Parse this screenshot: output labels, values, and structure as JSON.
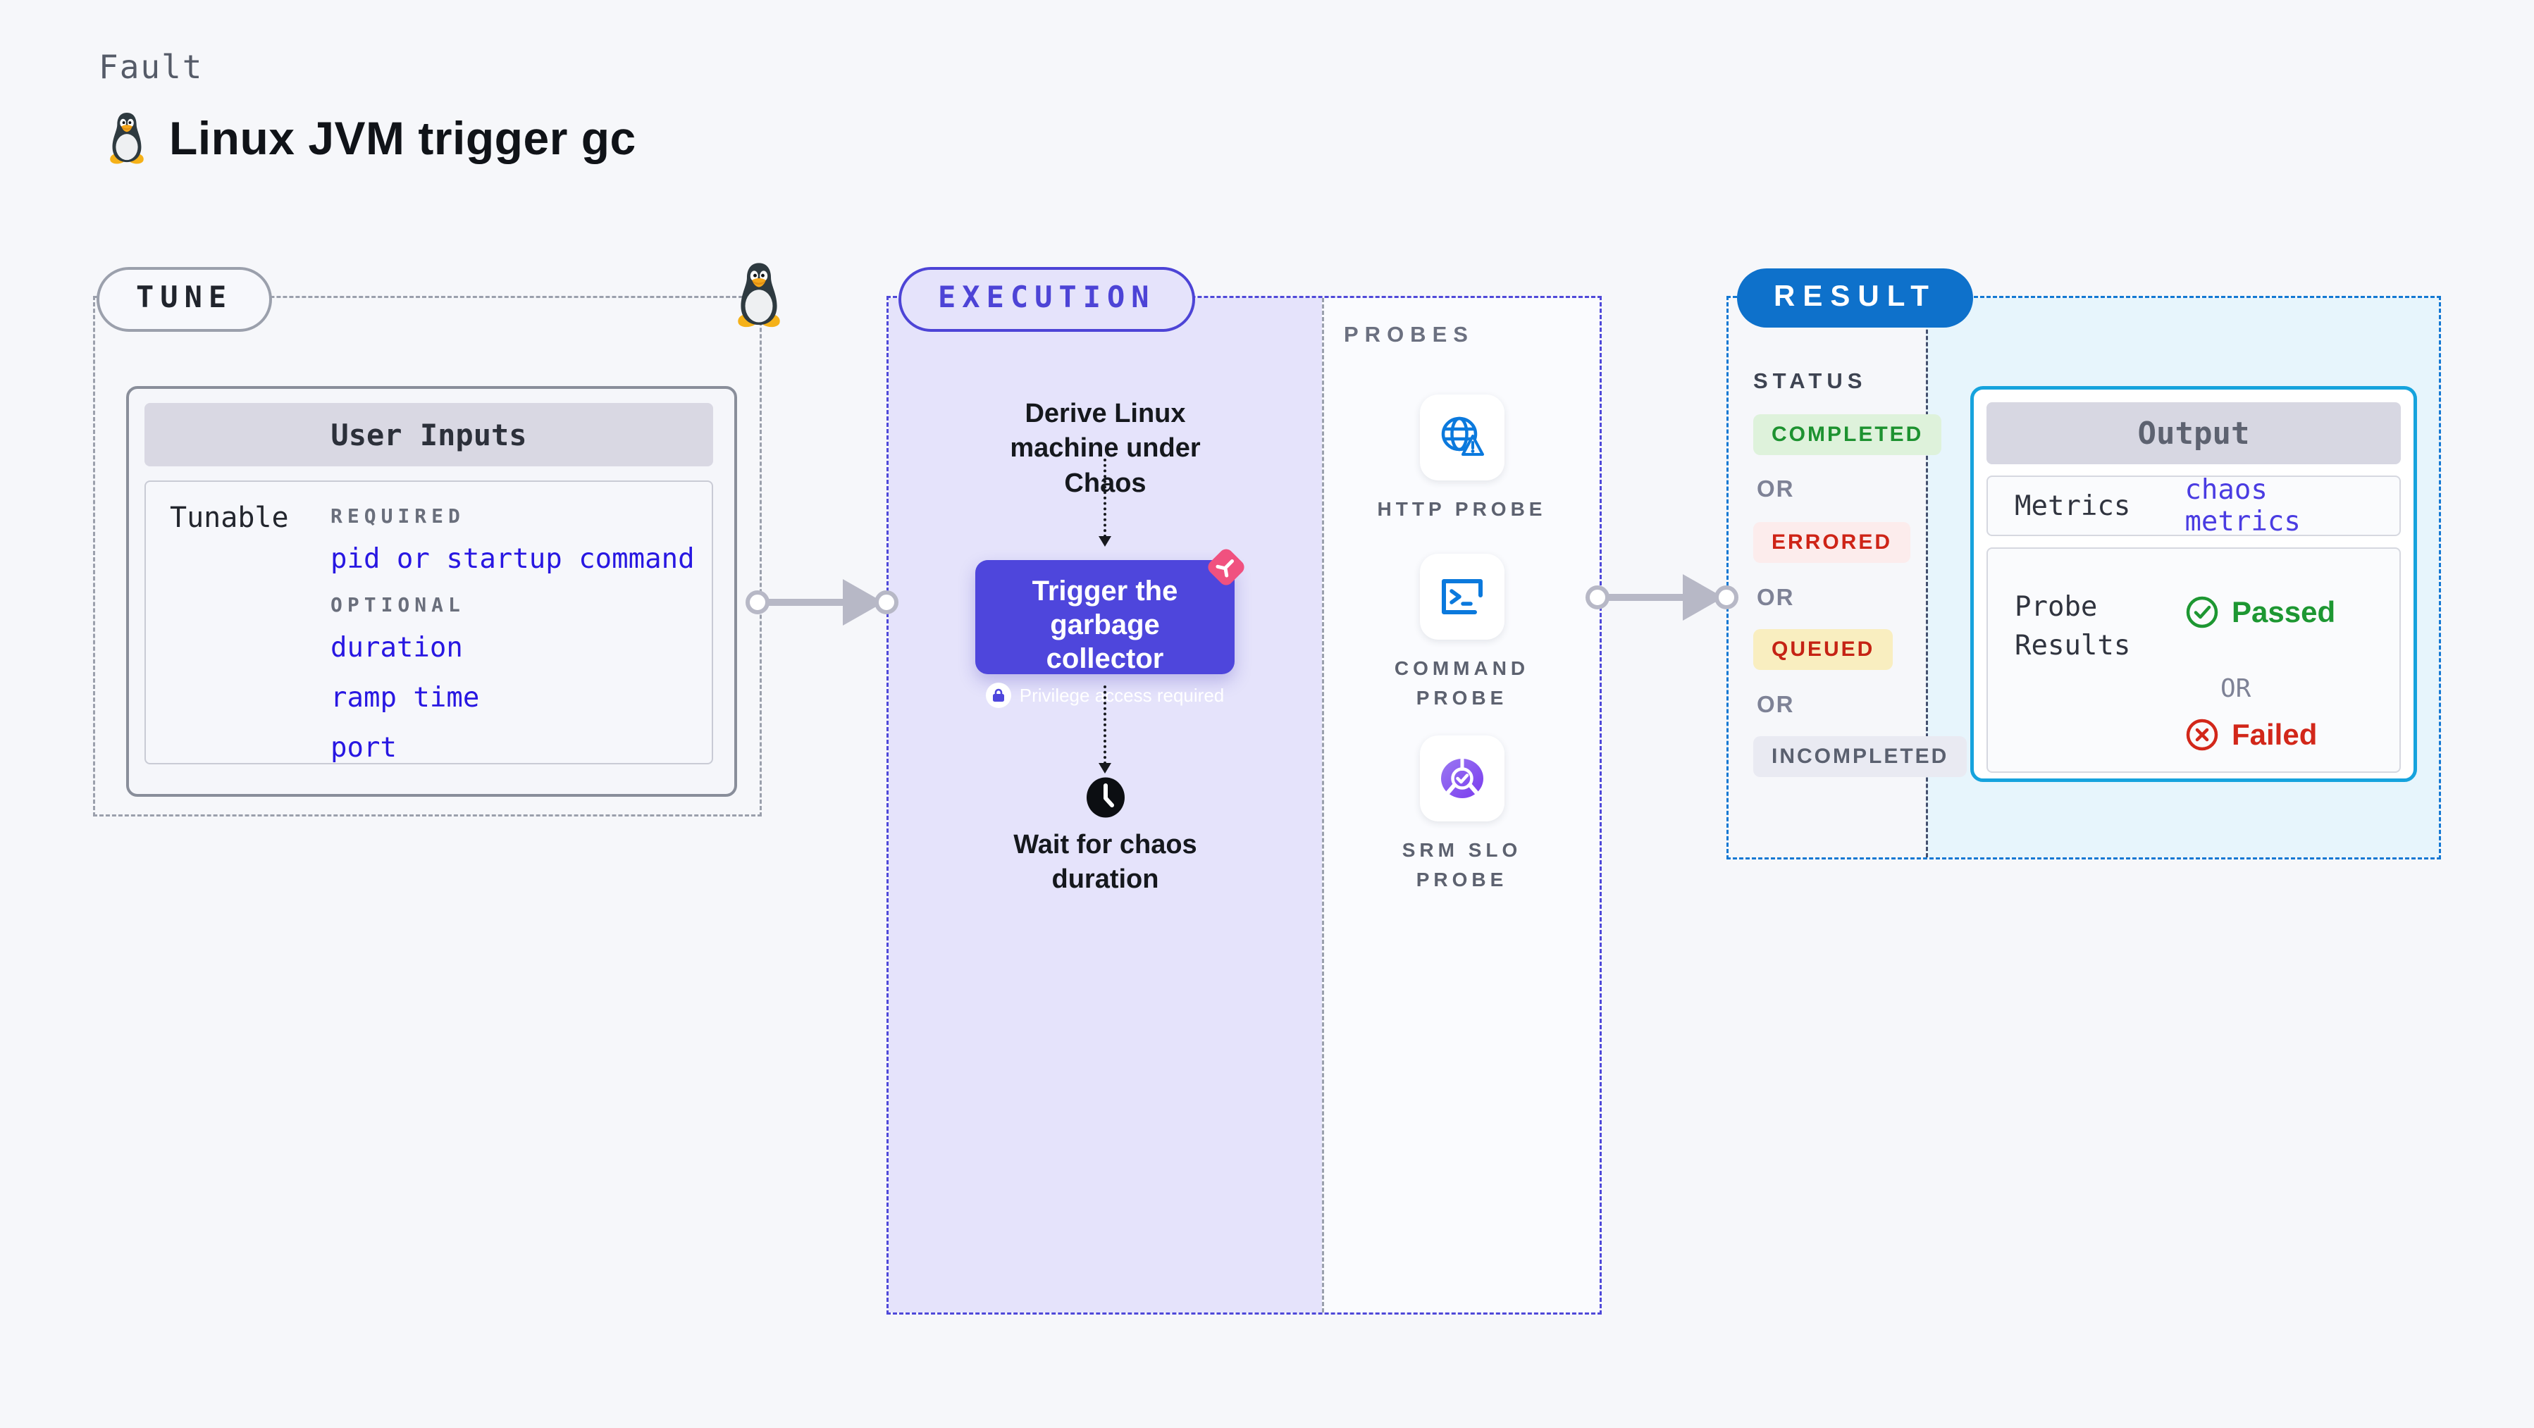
{
  "header": {
    "kicker": "Fault",
    "title": "Linux JVM trigger gc"
  },
  "tune": {
    "label": "TUNE",
    "card_title": "User Inputs",
    "row_label": "Tunable",
    "required_label": "REQUIRED",
    "required_items": [
      "pid or startup command"
    ],
    "optional_label": "OPTIONAL",
    "optional_items": [
      "duration",
      "ramp time",
      "port"
    ]
  },
  "execution": {
    "label": "EXECUTION",
    "derive_text": "Derive Linux machine under Chaos",
    "action_title": "Trigger the garbage collector",
    "action_note": "Privilege access required",
    "wait_text": "Wait for chaos duration",
    "probes": {
      "label": "PROBES",
      "items": [
        {
          "name": "HTTP PROBE",
          "icon": "globe-alert-icon"
        },
        {
          "name": "COMMAND PROBE",
          "icon": "terminal-icon"
        },
        {
          "name": "SRM SLO PROBE",
          "icon": "slo-pie-icon"
        }
      ]
    }
  },
  "result": {
    "label": "RESULT",
    "status": {
      "label": "STATUS",
      "or_label": "OR",
      "badges": [
        {
          "text": "COMPLETED",
          "fg": "#1d9230",
          "bg": "#def2db"
        },
        {
          "text": "ERRORED",
          "fg": "#ce2417",
          "bg": "#fcecec"
        },
        {
          "text": "QUEUED",
          "fg": "#c52314",
          "bg": "#f9eec0"
        },
        {
          "text": "INCOMPLETED",
          "fg": "#5a606f",
          "bg": "#e9eaf2"
        }
      ]
    },
    "output": {
      "title": "Output",
      "metrics_label": "Metrics",
      "metrics_value": "chaos metrics",
      "probe_results_label": "Probe Results",
      "passed_label": "Passed",
      "or_label": "OR",
      "failed_label": "Failed"
    }
  },
  "icons": {
    "tux": "tux-penguin-icon",
    "pink_logo": "chaos-logo-icon",
    "lock": "lock-icon",
    "clock": "clock-icon",
    "http_probe": "globe-alert-icon",
    "command_probe": "terminal-icon",
    "srm_slo_probe": "slo-pie-icon",
    "passed": "check-circle-icon",
    "failed": "x-circle-icon"
  },
  "colors": {
    "page_bg": "#f6f7fa",
    "indigo": "#4e46dc",
    "indigo_border": "#4d44d6",
    "purple_fill": "#e5e3fb",
    "result_blue": "#0e71cb",
    "result_dash": "#1378d3",
    "cyan_border": "#16a3dd",
    "light_cyan": "#e7f5fc",
    "pink": "#f0517f",
    "link_blue": "#2817e2",
    "green": "#1d9732",
    "red": "#d2271a",
    "gray_dash": "#9ba0ac",
    "connector": "#b7b8c6"
  }
}
